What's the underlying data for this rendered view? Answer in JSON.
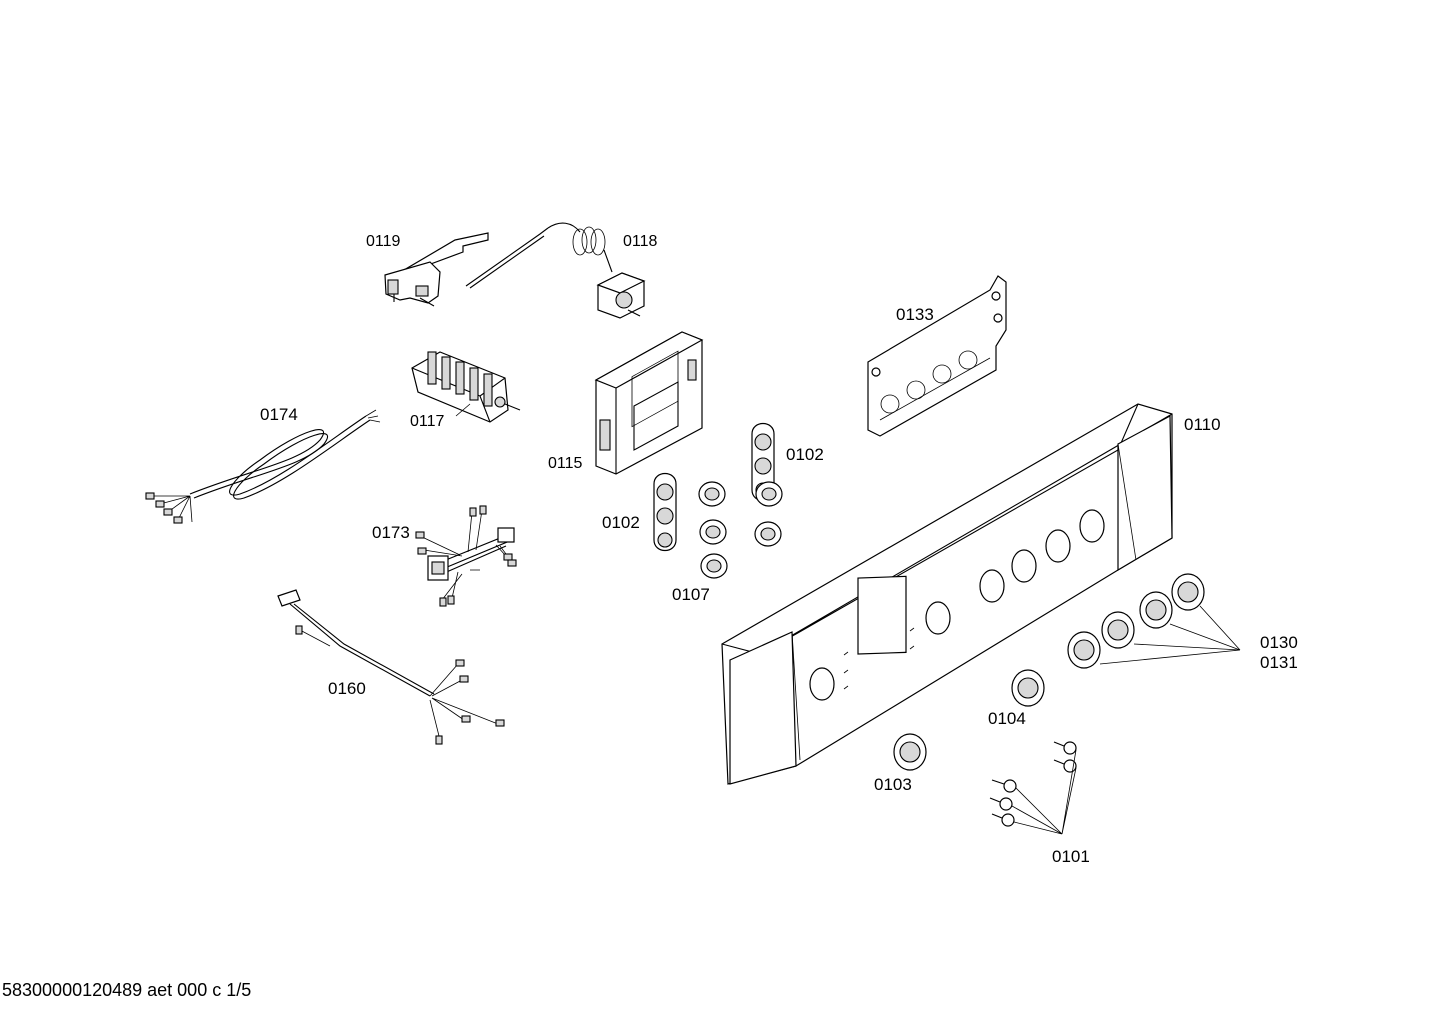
{
  "labels": {
    "p0119": "0119",
    "p0118": "0118",
    "p0133": "0133",
    "p0174": "0174",
    "p0117": "0117",
    "p0115": "0115",
    "p0102a": "0102",
    "p0102b": "0102",
    "p0110": "0110",
    "p0173": "0173",
    "p0107": "0107",
    "p0130": "0130",
    "p0131": "0131",
    "p0160": "0160",
    "p0104": "0104",
    "p0103": "0103",
    "p0101": "0101"
  },
  "footer": "58300000120489 aet 000 c 1/5"
}
